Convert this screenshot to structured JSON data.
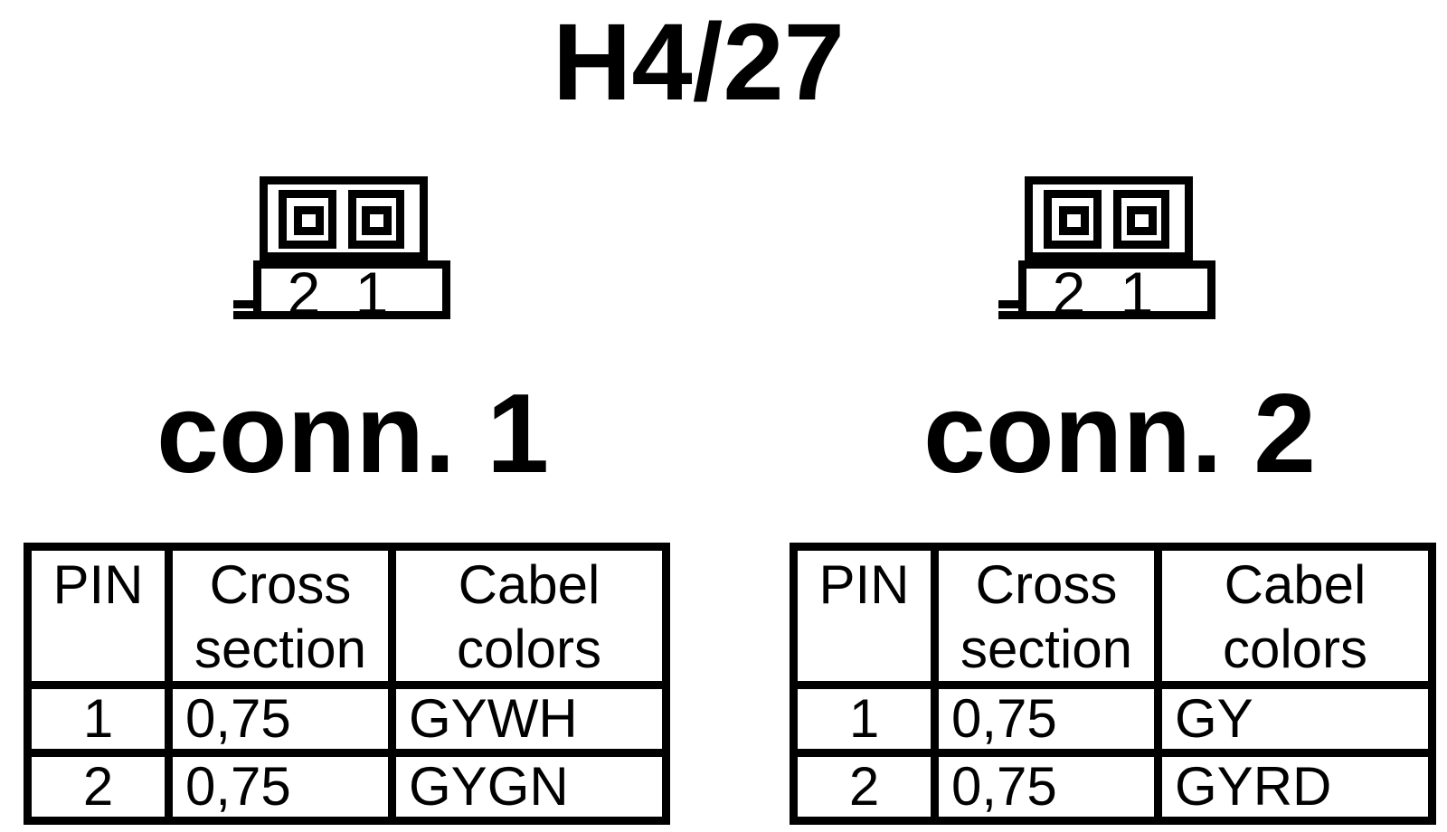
{
  "page": {
    "title": "H4/27",
    "background_color": "#ffffff",
    "line_color": "#000000"
  },
  "connectors": [
    {
      "label": "conn. 1",
      "pin_marks": [
        "2",
        "1"
      ],
      "table": {
        "headers": [
          "PIN",
          "Cross section",
          "Cabel colors"
        ],
        "rows": [
          [
            "1",
            "0,75",
            "GYWH"
          ],
          [
            "2",
            "0,75",
            "GYGN"
          ]
        ]
      }
    },
    {
      "label": "conn. 2",
      "pin_marks": [
        "2",
        "1"
      ],
      "table": {
        "headers": [
          "PIN",
          "Cross section",
          "Cabel colors"
        ],
        "rows": [
          [
            "1",
            "0,75",
            "GY"
          ],
          [
            "2",
            "0,75",
            "GYRD"
          ]
        ]
      }
    }
  ]
}
